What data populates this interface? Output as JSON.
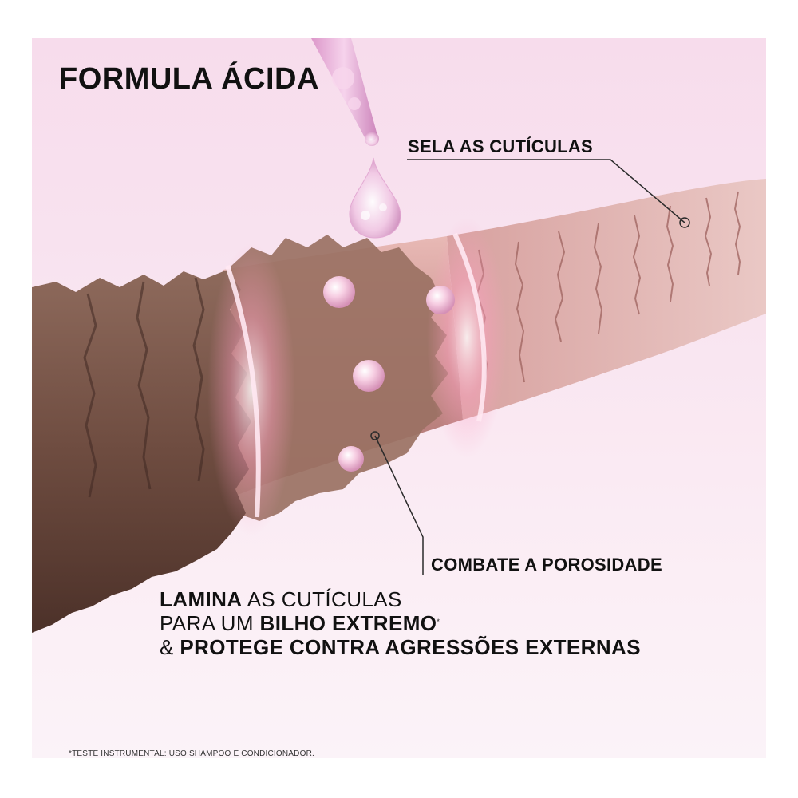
{
  "headline": "FORMULA ÁCIDA",
  "callouts": {
    "cuticles": "SELA AS CUTÍCULAS",
    "porosity": "COMBATE A POROSIDADE"
  },
  "body": {
    "line1_bold": "LAMINA",
    "line1_rest": " AS CUTÍCULAS",
    "line2_pre": "PARA UM ",
    "line2_bold": "BILHO EXTREMO",
    "line2_mark": "*",
    "line3_pre": "& ",
    "line3_bold": "PROTEGE CONTRA AGRESSÕES EXTERNAS"
  },
  "footnote": "*TESTE INSTRUMENTAL: USO SHAMPOO E CONDICIONADOR."
}
